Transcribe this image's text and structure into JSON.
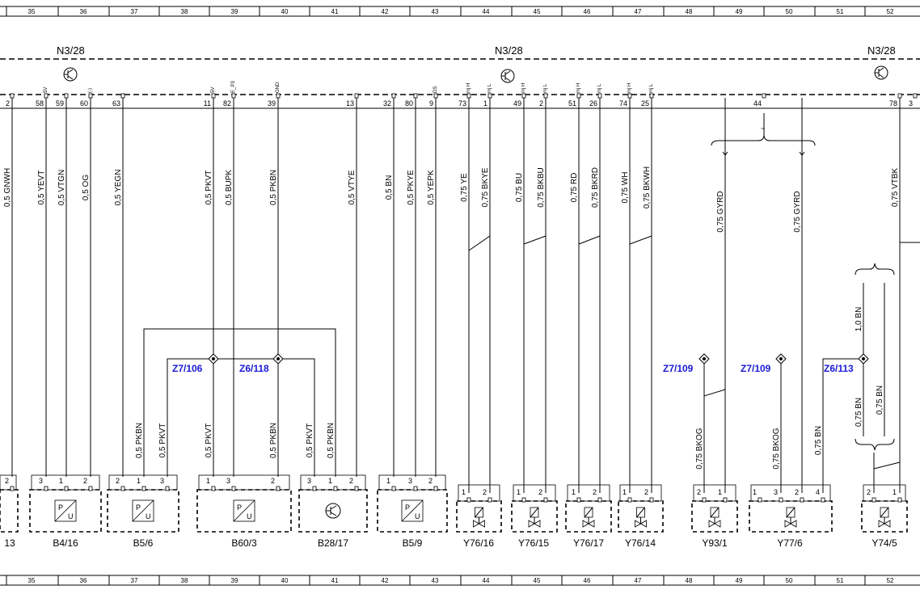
{
  "grid_numbers": [
    "35",
    "36",
    "37",
    "38",
    "39",
    "40",
    "41",
    "42",
    "43",
    "44",
    "45",
    "46",
    "47",
    "48",
    "49",
    "50",
    "51",
    "52"
  ],
  "unit_label_left": "N3/28",
  "unit_label_center": "N3/28",
  "unit_label_right": "N3/28",
  "top_pins": [
    {
      "num": "2"
    },
    {
      "num": "58",
      "sig": "5V"
    },
    {
      "num": "59"
    },
    {
      "num": "60",
      "sig": "(-)"
    },
    {
      "num": "63"
    },
    {
      "num": "11",
      "sig": "5V"
    },
    {
      "num": "82",
      "sig": "E_P3"
    },
    {
      "num": "39",
      "sig": "GND"
    },
    {
      "num": "13"
    },
    {
      "num": "32"
    },
    {
      "num": "80"
    },
    {
      "num": "9",
      "sig": "DS"
    },
    {
      "num": "73",
      "sig": "mj H"
    },
    {
      "num": "1",
      "sig": "mj L"
    },
    {
      "num": "49",
      "sig": "mj H"
    },
    {
      "num": "2",
      "sig": "mj L"
    },
    {
      "num": "51",
      "sig": "mj H"
    },
    {
      "num": "26",
      "sig": "mj L"
    },
    {
      "num": "74",
      "sig": "mj H"
    },
    {
      "num": "25",
      "sig": "mj L"
    },
    {
      "num": "44"
    },
    {
      "num": "78"
    },
    {
      "num": "3"
    }
  ],
  "wires": [
    {
      "label": "0,5 GNWH"
    },
    {
      "label": "0,5 YEVT"
    },
    {
      "label": "0,5 VTGN"
    },
    {
      "label": "0,5 OG"
    },
    {
      "label": "0,5 YEGN"
    },
    {
      "label": "0,5 PKVT"
    },
    {
      "label": "0,5 BUPK"
    },
    {
      "label": "0,5 PKBN"
    },
    {
      "label": "0,5 VTYE"
    },
    {
      "label": "0,5 BN"
    },
    {
      "label": "0,5 PKYE"
    },
    {
      "label": "0,5 YEPK"
    },
    {
      "label": "0,75 YE"
    },
    {
      "label": "0,75 BKYE"
    },
    {
      "label": "0,75 BU"
    },
    {
      "label": "0,75 BKBU"
    },
    {
      "label": "0,75 RD"
    },
    {
      "label": "0,75 BKRD"
    },
    {
      "label": "0,75 WH"
    },
    {
      "label": "0,75 BKWH"
    },
    {
      "label": "0,75 GYRD"
    },
    {
      "label": "0,75 GYRD"
    },
    {
      "label": "0,75 VTBK"
    }
  ],
  "lower_wires": [
    {
      "label": "0,5 PKBN"
    },
    {
      "label": "0,5 PKVT"
    },
    {
      "label": "0,5 PKVT"
    },
    {
      "label": "0,5 PKBN"
    },
    {
      "label": "0,5 PKVT"
    },
    {
      "label": "0,5 PKBN"
    },
    {
      "label": "0,75 BKOG"
    },
    {
      "label": "0,75 BKOG"
    },
    {
      "label": "0,75 BN"
    },
    {
      "label": "1,0 BN"
    },
    {
      "label": "0,75 BN"
    },
    {
      "label": "0,75 BN"
    }
  ],
  "splices": [
    {
      "label": "Z7/106"
    },
    {
      "label": "Z6/118"
    },
    {
      "label": "Z7/109"
    },
    {
      "label": "Z7/109"
    },
    {
      "label": "Z6/113"
    }
  ],
  "components": [
    {
      "label": "13",
      "pins": [
        "2"
      ]
    },
    {
      "label": "B4/16",
      "pins": [
        "3",
        "1",
        "2"
      ]
    },
    {
      "label": "B5/6",
      "pins": [
        "2",
        "1",
        "3"
      ]
    },
    {
      "label": "B60/3",
      "pins": [
        "1",
        "3",
        "2"
      ]
    },
    {
      "label": "B28/17",
      "pins": [
        "3",
        "1",
        "2"
      ]
    },
    {
      "label": "B5/9",
      "pins": [
        "1",
        "3",
        "2"
      ]
    },
    {
      "label": "Y76/16",
      "pins": [
        "1",
        "2"
      ]
    },
    {
      "label": "Y76/15",
      "pins": [
        "1",
        "2"
      ]
    },
    {
      "label": "Y76/17",
      "pins": [
        "1",
        "2"
      ]
    },
    {
      "label": "Y76/14",
      "pins": [
        "1",
        "2"
      ]
    },
    {
      "label": "Y93/1",
      "pins": [
        "2",
        "1"
      ]
    },
    {
      "label": "Y77/6",
      "pins": [
        "1",
        "3",
        "2",
        "4"
      ]
    },
    {
      "label": "Y74/5",
      "pins": [
        "2",
        "1"
      ]
    }
  ],
  "sensor_symbol_text": {
    "p": "P",
    "u": "U"
  }
}
